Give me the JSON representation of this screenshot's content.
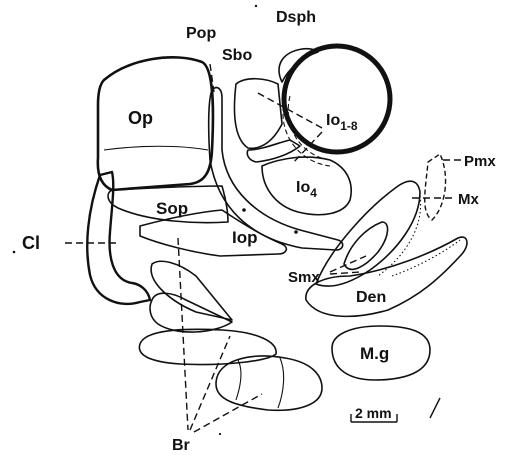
{
  "labels": {
    "op": "Op",
    "pop": "Pop",
    "sbo": "Sbo",
    "dsph": "Dsph",
    "io_main": "Io",
    "io_sub": "1-8",
    "io4_main": "Io",
    "io4_sub": "4",
    "pmx": "Pmx",
    "mx": "Mx",
    "cl": "Cl",
    "sop": "Sop",
    "iop": "Iop",
    "smx": "Smx",
    "den": "Den",
    "mg": "M.g",
    "br": "Br"
  },
  "scale_bar": {
    "label": "2 mm"
  },
  "colors": {
    "ink": "#111111",
    "background": "#ffffff"
  }
}
